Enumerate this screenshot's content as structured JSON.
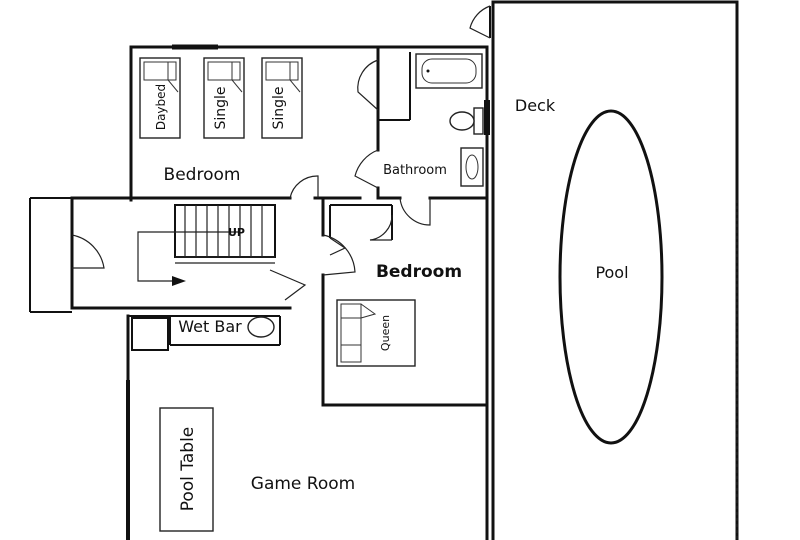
{
  "rooms": {
    "bedroom_upper": "Bedroom",
    "bedroom_lower": "Bedroom",
    "bathroom": "Bathroom",
    "deck": "Deck",
    "pool": "Pool",
    "wet_bar": "Wet Bar",
    "game_room": "Game Room"
  },
  "furniture": {
    "daybed": "Daybed",
    "single_1": "Single",
    "single_2": "Single",
    "queen": "Queen",
    "pool_table": "Pool Table"
  },
  "stairs": {
    "label": "UP"
  }
}
